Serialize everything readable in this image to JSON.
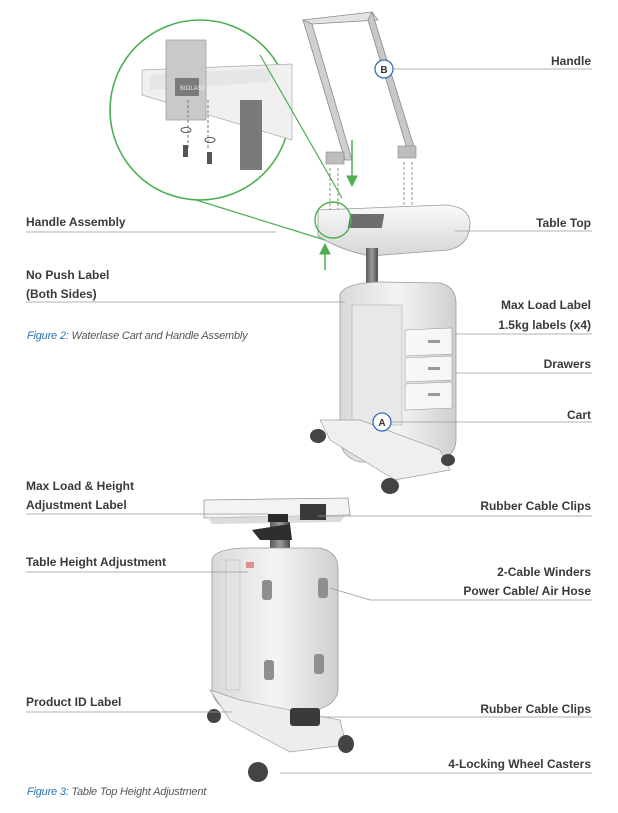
{
  "figure2": {
    "caption_prefix": "Figure 2:",
    "caption_text": "Waterlase Cart and Handle Assembly",
    "labels": {
      "handle": "Handle",
      "handle_assembly": "Handle Assembly",
      "table_top": "Table Top",
      "no_push_line1": "No Push Label",
      "no_push_line2": "(Both Sides)",
      "max_load_line1": "Max Load Label",
      "max_load_line2": "1.5kg labels (x4)",
      "drawers": "Drawers",
      "cart": "Cart",
      "callout_a": "A",
      "callout_b": "B",
      "brand_mark": "BIOLASE"
    }
  },
  "figure3": {
    "caption_prefix": "Figure 3:",
    "caption_text": "Table Top Height Adjustment",
    "labels": {
      "max_load_height_line1": "Max Load & Height",
      "max_load_height_line2": "Adjustment Label",
      "rubber_cable_clips_top": "Rubber Cable Clips",
      "table_height_adjustment": "Table Height Adjustment",
      "cable_winders_line1": "2-Cable Winders",
      "cable_winders_line2": "Power Cable/ Air Hose",
      "product_id_label": "Product ID Label",
      "rubber_cable_clips_bottom": "Rubber Cable Clips",
      "locking_casters": "4-Locking Wheel Casters"
    }
  },
  "colors": {
    "leader_line": "#9a9a9a",
    "green_callout": "#4caf50",
    "figure_caption": "#2f6fb6",
    "callout_circle": "#2f6fb6"
  }
}
